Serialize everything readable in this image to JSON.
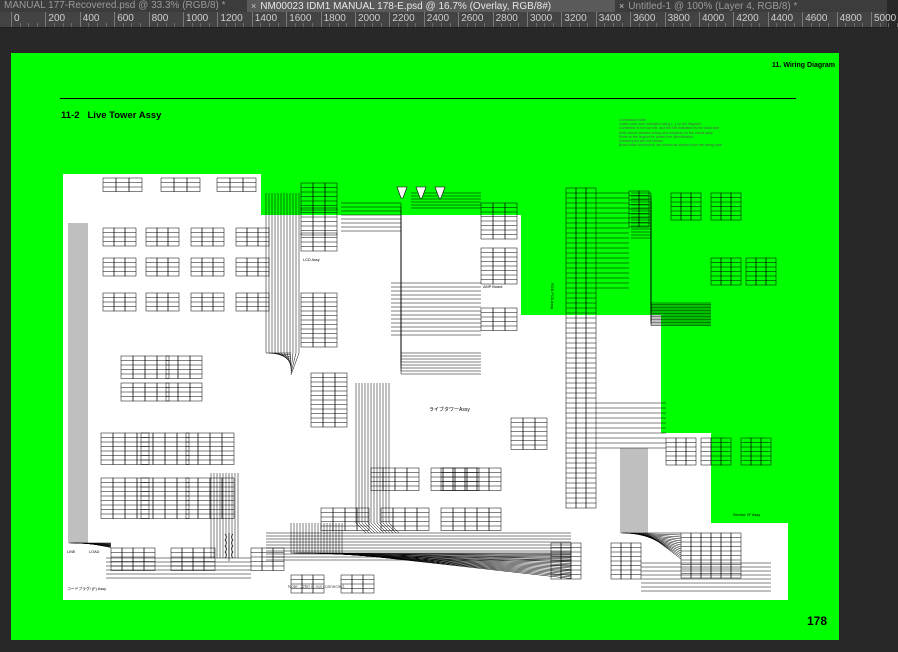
{
  "tabs": [
    {
      "label": "MANUAL 177-Recovered.psd @ 33.3% (RGB/8) *",
      "active": false
    },
    {
      "label": "NM00023 IDM1 MANUAL 178-E.psd @ 16.7% (Overlay, RGB/8#)",
      "active": true
    },
    {
      "label": "Untitled-1 @ 100% (Layer 4, RGB/8) *",
      "active": false
    }
  ],
  "close_glyph": "×",
  "ruler": {
    "labels": [
      "0",
      "200",
      "400",
      "600",
      "800",
      "1000",
      "1200",
      "1400",
      "1600",
      "1800",
      "2000",
      "2200",
      "2400",
      "2600",
      "2800",
      "3000",
      "3200",
      "3400",
      "3600",
      "3800",
      "4000",
      "4200",
      "4400",
      "4600",
      "4800",
      "5000"
    ]
  },
  "document": {
    "section_header": "11. Wiring Diagram",
    "section_number": "11-2",
    "section_title": "Live Tower Assy",
    "page_number": "178",
    "notes": [
      "Connection Note",
      "Cable color note indicated using (--) on the diagram.",
      "Connector in the top left, and the left indicated by the back side",
      "Note about harness wiring and adapters for the circuit assy.",
      "Refer to the legend for power line identification.",
      "Unused pins are not shown.",
      "Board-side connectors are shown as viewed from the wiring side."
    ],
    "footnote": "Note: J250 is not connected.",
    "labels": {
      "live_tower_assy": "ライブタワーAssy",
      "lcd_assy": "LCD Assy",
      "amp_board": "AMP Board",
      "rgb_pcb": "RGB PCB Assy",
      "service_assy": "Service I/F Assy",
      "power_assy": "コードプラグ/ (F) Assy",
      "line": "LINE",
      "load": "LOAD"
    }
  },
  "colors": {
    "page_bg": "#00ff00",
    "app_bg": "#282828",
    "tab_active": "#5a5a5a"
  }
}
